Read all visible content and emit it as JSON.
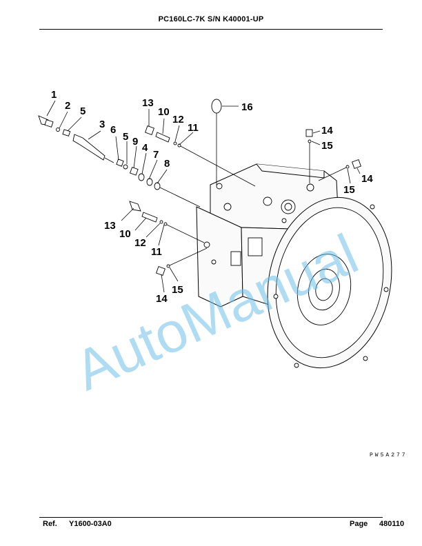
{
  "header": {
    "title": "PC160LC-7K S/N K40001-UP"
  },
  "footer": {
    "ref_label": "Ref.",
    "ref_value": "Y1600-03A0",
    "page_label": "Page",
    "page_value": "480110"
  },
  "diagram": {
    "drawing_code": "PW5A277",
    "watermark": "AutoManual",
    "callouts": {
      "c1": "1",
      "c2": "2",
      "c3": "3",
      "c4": "4",
      "c5a": "5",
      "c5b": "5",
      "c6": "6",
      "c7": "7",
      "c8": "8",
      "c9": "9",
      "c10a": "10",
      "c10b": "10",
      "c11a": "11",
      "c11b": "11",
      "c12a": "12",
      "c12b": "12",
      "c13a": "13",
      "c13b": "13",
      "c14a": "14",
      "c14b": "14",
      "c14c": "14",
      "c15a": "15",
      "c15b": "15",
      "c15c": "15",
      "c16": "16"
    }
  }
}
